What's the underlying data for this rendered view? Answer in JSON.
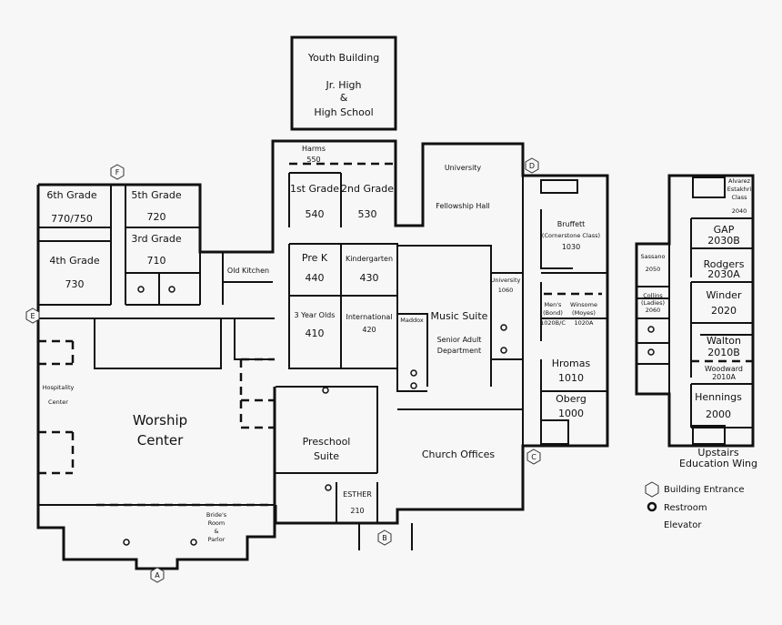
{
  "youth_building": {
    "title": "Youth Building",
    "line2": "Jr. High",
    "line3": "&",
    "line4": "High School"
  },
  "rooms": {
    "harms": [
      "Harms",
      "550"
    ],
    "first_grade": [
      "1st Grade",
      "540"
    ],
    "second_grade": [
      "2nd Grade",
      "530"
    ],
    "pre_k": [
      "Pre K",
      "440"
    ],
    "kindergarten": [
      "Kindergarten",
      "430"
    ],
    "three_year_olds": [
      "3 Year Olds",
      "410"
    ],
    "international": [
      "International",
      "420"
    ],
    "maddox": "Maddox",
    "music_suite": [
      "Music Suite",
      "Senior Adult",
      "Department"
    ],
    "university_hall": [
      "University",
      "Fellowship Hall"
    ],
    "university_1060": [
      "University",
      "1060"
    ],
    "bruffett": [
      "Bruffett",
      "(Cornerstone Class)",
      "1030"
    ],
    "mens": [
      "Men's",
      "(Bond)",
      "1020B/C"
    ],
    "winsome": [
      "Winsome",
      "(Moyes)",
      "1020A"
    ],
    "hromas": [
      "Hromas",
      "1010"
    ],
    "oberg": [
      "Oberg",
      "1000"
    ],
    "sixth_grade": [
      "6th Grade",
      "770/750"
    ],
    "fifth_grade": [
      "5th Grade",
      "720"
    ],
    "third_grade": [
      "3rd Grade",
      "710"
    ],
    "fourth_grade": [
      "4th Grade",
      "730"
    ],
    "old_kitchen": "Old Kitchen",
    "hospitality": [
      "Hospitality",
      "Center"
    ],
    "worship": [
      "Worship",
      "Center"
    ],
    "preschool": [
      "Preschool",
      "Suite"
    ],
    "esther": [
      "ESTHER",
      "210"
    ],
    "church_offices": "Church Offices",
    "brides_room": [
      "Bride's",
      "Room",
      "&",
      "Parlor"
    ]
  },
  "upstairs": {
    "alvarez": [
      "Alvarez",
      "Estakhri",
      "Class",
      "2040"
    ],
    "gap": [
      "GAP",
      "2030B"
    ],
    "rodgers": [
      "Rodgers",
      "2030A"
    ],
    "winder": [
      "Winder",
      "2020"
    ],
    "walton": [
      "Walton",
      "2010B"
    ],
    "woodward": [
      "Woodward",
      "2010A"
    ],
    "hennings": [
      "Hennings",
      "2000"
    ],
    "sassano": [
      "Sassano",
      "2050"
    ],
    "collins": [
      "Collins",
      "(Ladies)",
      "2060"
    ],
    "caption": [
      "Upstairs",
      "Education Wing"
    ]
  },
  "entrances": [
    "A",
    "B",
    "C",
    "D",
    "E",
    "F"
  ],
  "legend": {
    "entrance": "Building Entrance",
    "restroom": "Restroom",
    "elevator": "Elevator"
  },
  "colors": {
    "walls": "#111111",
    "background": "#f7f7f7"
  }
}
